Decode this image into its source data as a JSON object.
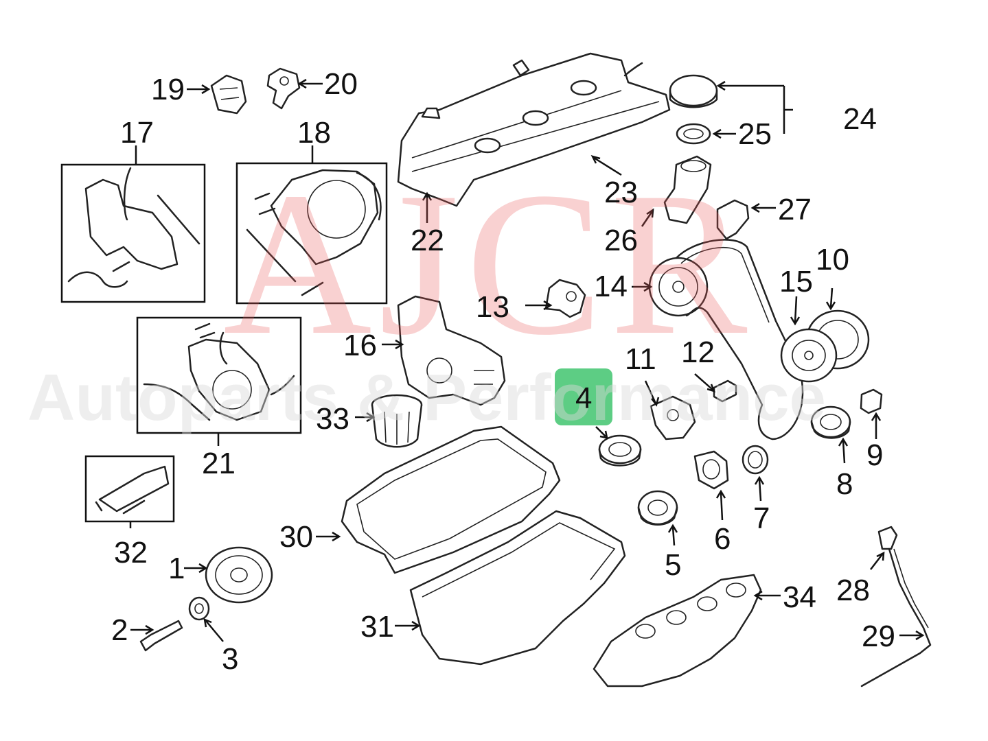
{
  "diagram": {
    "watermark": {
      "line1": "AJCR",
      "line2": "Autoparts & Performance"
    },
    "highlight": {
      "label": "4",
      "color": "#41c46e"
    },
    "callouts": [
      {
        "id": "1",
        "label": "1"
      },
      {
        "id": "2",
        "label": "2"
      },
      {
        "id": "3",
        "label": "3"
      },
      {
        "id": "5",
        "label": "5"
      },
      {
        "id": "6",
        "label": "6"
      },
      {
        "id": "7",
        "label": "7"
      },
      {
        "id": "8",
        "label": "8"
      },
      {
        "id": "9",
        "label": "9"
      },
      {
        "id": "10",
        "label": "10"
      },
      {
        "id": "11",
        "label": "11"
      },
      {
        "id": "12",
        "label": "12"
      },
      {
        "id": "13",
        "label": "13"
      },
      {
        "id": "14",
        "label": "14"
      },
      {
        "id": "15",
        "label": "15"
      },
      {
        "id": "16",
        "label": "16"
      },
      {
        "id": "17",
        "label": "17"
      },
      {
        "id": "18",
        "label": "18"
      },
      {
        "id": "19",
        "label": "19"
      },
      {
        "id": "20",
        "label": "20"
      },
      {
        "id": "21",
        "label": "21"
      },
      {
        "id": "22",
        "label": "22"
      },
      {
        "id": "23",
        "label": "23"
      },
      {
        "id": "24",
        "label": "24"
      },
      {
        "id": "25",
        "label": "25"
      },
      {
        "id": "26",
        "label": "26"
      },
      {
        "id": "27",
        "label": "27"
      },
      {
        "id": "28",
        "label": "28"
      },
      {
        "id": "29",
        "label": "29"
      },
      {
        "id": "30",
        "label": "30"
      },
      {
        "id": "31",
        "label": "31"
      },
      {
        "id": "32",
        "label": "32"
      },
      {
        "id": "33",
        "label": "33"
      },
      {
        "id": "34",
        "label": "34"
      }
    ]
  }
}
